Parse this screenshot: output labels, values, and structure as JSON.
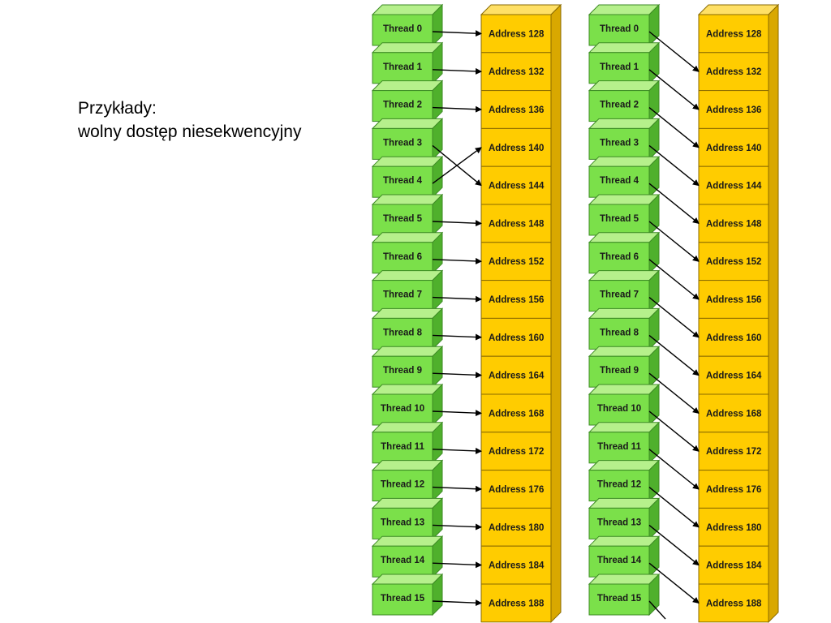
{
  "caption": {
    "line1": "Przykłady:",
    "line2": "wolny dostęp niesekwencyjny"
  },
  "colors": {
    "thread_block": "#7be04a",
    "address_block": "#ffcc00",
    "arrow": "#000000"
  },
  "thread_labels": [
    "Thread 0",
    "Thread 1",
    "Thread 2",
    "Thread 3",
    "Thread 4",
    "Thread 5",
    "Thread 6",
    "Thread 7",
    "Thread 8",
    "Thread 9",
    "Thread 10",
    "Thread 11",
    "Thread 12",
    "Thread 13",
    "Thread 14",
    "Thread 15"
  ],
  "address_labels": [
    "Address 128",
    "Address 132",
    "Address 136",
    "Address 140",
    "Address 144",
    "Address 148",
    "Address 152",
    "Address 156",
    "Address 160",
    "Address 164",
    "Address 168",
    "Address 172",
    "Address 176",
    "Address 180",
    "Address 184",
    "Address 188"
  ],
  "panels": [
    {
      "id": "permuted",
      "mapping": [
        0,
        1,
        2,
        4,
        3,
        5,
        6,
        7,
        8,
        9,
        10,
        11,
        12,
        13,
        14,
        15
      ]
    },
    {
      "id": "misaligned",
      "mapping": [
        1,
        2,
        3,
        4,
        5,
        6,
        7,
        8,
        9,
        10,
        11,
        12,
        13,
        14,
        15,
        null
      ]
    }
  ]
}
